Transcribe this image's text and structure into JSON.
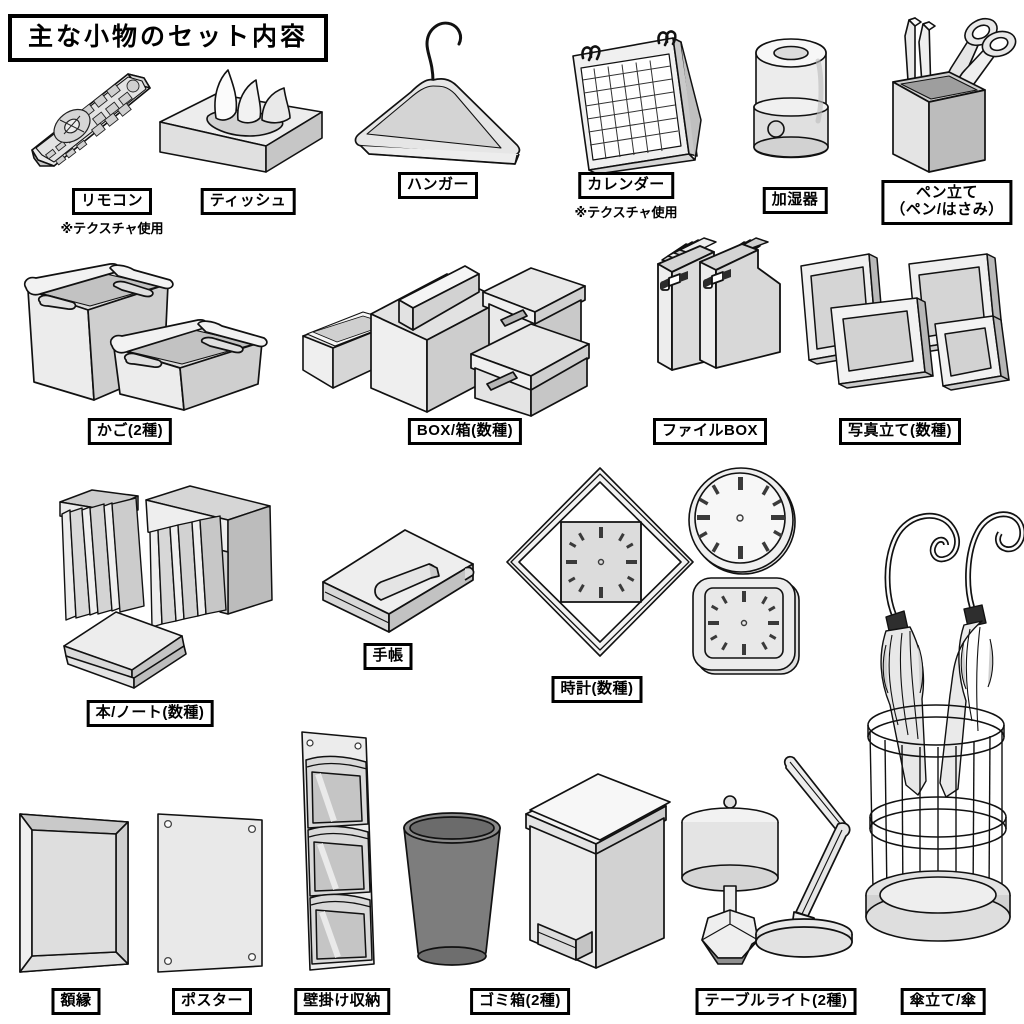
{
  "page": {
    "title": "主な小物のセット内容",
    "background": "#ffffff",
    "line_color": "#000000",
    "fill_light": "#f2f2f2",
    "fill_mid": "#d9d9d9",
    "fill_dark": "#b3b3b3",
    "fill_darker": "#808080"
  },
  "rows": [
    {
      "index": 1,
      "items": [
        {
          "id": "remote",
          "label": "リモコン",
          "note": "※テクスチャ使用"
        },
        {
          "id": "tissue",
          "label": "ティッシュ",
          "note": ""
        },
        {
          "id": "hanger",
          "label": "ハンガー",
          "note": ""
        },
        {
          "id": "calendar",
          "label": "カレンダー",
          "note": "※テクスチャ使用"
        },
        {
          "id": "humidifier",
          "label": "加湿器",
          "note": ""
        },
        {
          "id": "penstand",
          "label": "ペン立て\n（ペン/はさみ）",
          "note": ""
        }
      ]
    },
    {
      "index": 2,
      "items": [
        {
          "id": "basket",
          "label": "かご(2種)",
          "note": ""
        },
        {
          "id": "boxes",
          "label": "BOX/箱(数種)",
          "note": ""
        },
        {
          "id": "filebox",
          "label": "ファイルBOX",
          "note": ""
        },
        {
          "id": "photoframe",
          "label": "写真立て(数種)",
          "note": ""
        }
      ]
    },
    {
      "index": 3,
      "items": [
        {
          "id": "books",
          "label": "本/ノート(数種)",
          "note": ""
        },
        {
          "id": "notebook",
          "label": "手帳",
          "note": ""
        },
        {
          "id": "clocks",
          "label": "時計(数種)",
          "note": ""
        }
      ]
    },
    {
      "index": 4,
      "items": [
        {
          "id": "pictureframe",
          "label": "額縁",
          "note": ""
        },
        {
          "id": "poster",
          "label": "ポスター",
          "note": ""
        },
        {
          "id": "wallpocket",
          "label": "壁掛け収納",
          "note": ""
        },
        {
          "id": "trash",
          "label": "ゴミ箱(2種)",
          "note": ""
        },
        {
          "id": "tablelight",
          "label": "テーブルライト(2種)",
          "note": ""
        },
        {
          "id": "umbrella",
          "label": "傘立て/傘",
          "note": ""
        }
      ]
    }
  ],
  "labels": {
    "title": "主な小物のセット内容",
    "remote": "リモコン",
    "remote_note": "※テクスチャ使用",
    "tissue": "ティッシュ",
    "hanger": "ハンガー",
    "calendar": "カレンダー",
    "calendar_note": "※テクスチャ使用",
    "humidifier": "加湿器",
    "penstand": "ペン立て\n（ペン/はさみ）",
    "basket": "かご(2種)",
    "boxes": "BOX/箱(数種)",
    "filebox": "ファイルBOX",
    "photoframe": "写真立て(数種)",
    "books": "本/ノート(数種)",
    "notebook": "手帳",
    "clocks": "時計(数種)",
    "pictureframe": "額縁",
    "poster": "ポスター",
    "wallpocket": "壁掛け収納",
    "trash": "ゴミ箱(2種)",
    "tablelight": "テーブルライト(2種)",
    "umbrella": "傘立て/傘"
  }
}
